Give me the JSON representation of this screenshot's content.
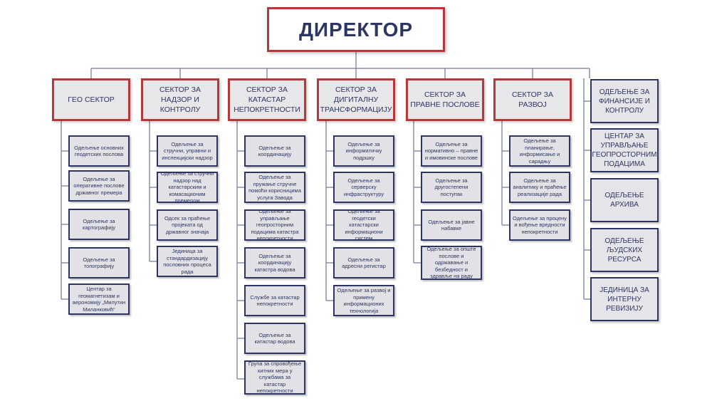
{
  "director": "ДИРЕКТОР",
  "sectors": [
    {
      "title": "ГЕО СЕКТОР",
      "units": [
        "Одељење основних геодетских послова",
        "Одељење за оперативне послове државног премера",
        "Одељење за картографију",
        "Одељење за топографију",
        "Центар за геомагнетизам и аерономију „Милутин Миланковић“"
      ]
    },
    {
      "title": "СЕКТОР ЗА НАДЗОР И КОНТРОЛУ",
      "units": [
        "Одељење за стручни, управни и инспекцијски надзор",
        "Одељење за стручни надзор над катастарским и комасационим премером",
        "Одсек за праћење пројеката од државног значаја",
        "Јединица за стандардизацију пословних процеса рада"
      ]
    },
    {
      "title": "СЕКТОР ЗА КАТАСТАР НЕПОКРЕТНОСТИ",
      "units": [
        "Одељење за координацију",
        "Одељење за пружање стручне помоћи корисницима услуга Завода",
        "Одељење за управљање геопросторним подацима катастра непокретности",
        "Одељење за координацију катастра водова",
        "Службе за катастар непокретности",
        "Одељење за катастар водова",
        "Група за спровођење хитних мера у службама за катастар непокретности"
      ]
    },
    {
      "title": "СЕКТОР ЗА ДИГИТАЛНУ ТРАНСФОРМАЦИЈУ",
      "units": [
        "Одељење за информатичку подршку",
        "Одељење за серверску инфраструктуру",
        "Одељење за геодетски катастарски информациони систем",
        "Одељење за адресни регистар",
        "Одељење за развој и примену информационих технологија"
      ]
    },
    {
      "title": "СЕКТОР ЗА ПРАВНЕ ПОСЛОВЕ",
      "units": [
        "Одељење за нормативно – правне и имовинске послове",
        "Одељење за другостепени поступак",
        "Одељење за јавне набавке",
        "Одељење за опште послове и одржавање и безбедност и здравље на раду"
      ]
    },
    {
      "title": "СЕКТОР ЗА РАЗВОЈ",
      "units": [
        "Одељење за планирање, информисање и сарадњу",
        "Одељење за аналитику и праћење реализације рада",
        "Одељење за процену и вођење вредности непокретности"
      ]
    }
  ],
  "independent_units": [
    "ОДЕЉЕЊЕ ЗА ФИНАНСИЈЕ И КОНТРОЛУ",
    "ЦЕНТАР ЗА УПРАВЉАЊЕ ГЕОПРОСТОРНИМ ПОДАЦИМА",
    "ОДЕЉЕЊЕ АРХИВА",
    "ОДЕЉЕЊЕ ЉУДСКИХ РЕСУРСА",
    "ЈЕДИНИЦА ЗА ИНТЕРНУ РЕВИЗИЈУ"
  ],
  "colors": {
    "navy": "#2d3561",
    "red": "#b33a3a",
    "box_fill": "#e2e2e6",
    "line": "#8a8fa6"
  }
}
